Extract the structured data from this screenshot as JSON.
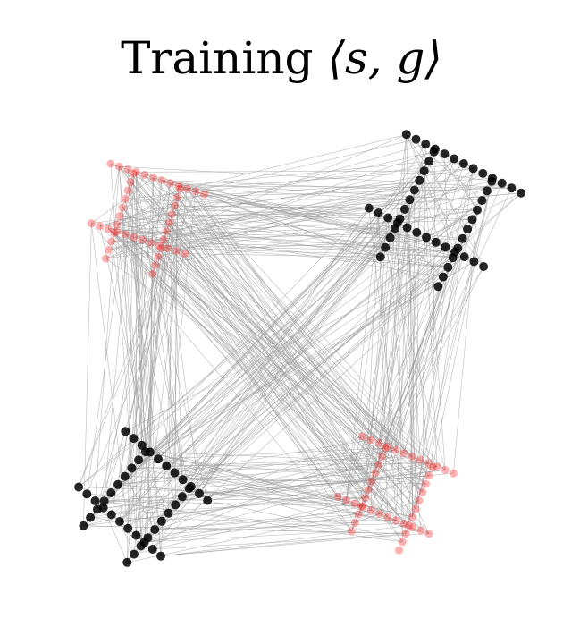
{
  "chart_data": {
    "type": "scatter",
    "title": "Training",
    "title_math": "⟨s, g⟩",
    "xlabel": "",
    "ylabel": "",
    "axes_visible": false,
    "grid": false,
    "colors": {
      "s": "#000000",
      "g": "#ff0000",
      "edge": "#a0a0a0"
    },
    "series": [
      {
        "shapes": [
          {
            "cx": 0.0,
            "cy": 0.0,
            "w": 1.0,
            "h": 0.0,
            "rot": -15
          },
          {
            "cx": 0.0,
            "cy": 0.0,
            "w": 1.0,
            "h": 0.0,
            "rot": -15
          }
        ]
      }
    ],
    "structures": [
      {
        "group": "s",
        "center": [
          488,
          245
        ],
        "half": 66,
        "rot": 27
      },
      {
        "group": "s",
        "center": [
          150,
          570
        ],
        "half": 58,
        "rot": 40
      },
      {
        "group": "g",
        "center": [
          160,
          250
        ],
        "half": 50,
        "rot": 18
      },
      {
        "group": "g",
        "center": [
          438,
          560
        ],
        "half": 52,
        "rot": 22
      }
    ]
  }
}
